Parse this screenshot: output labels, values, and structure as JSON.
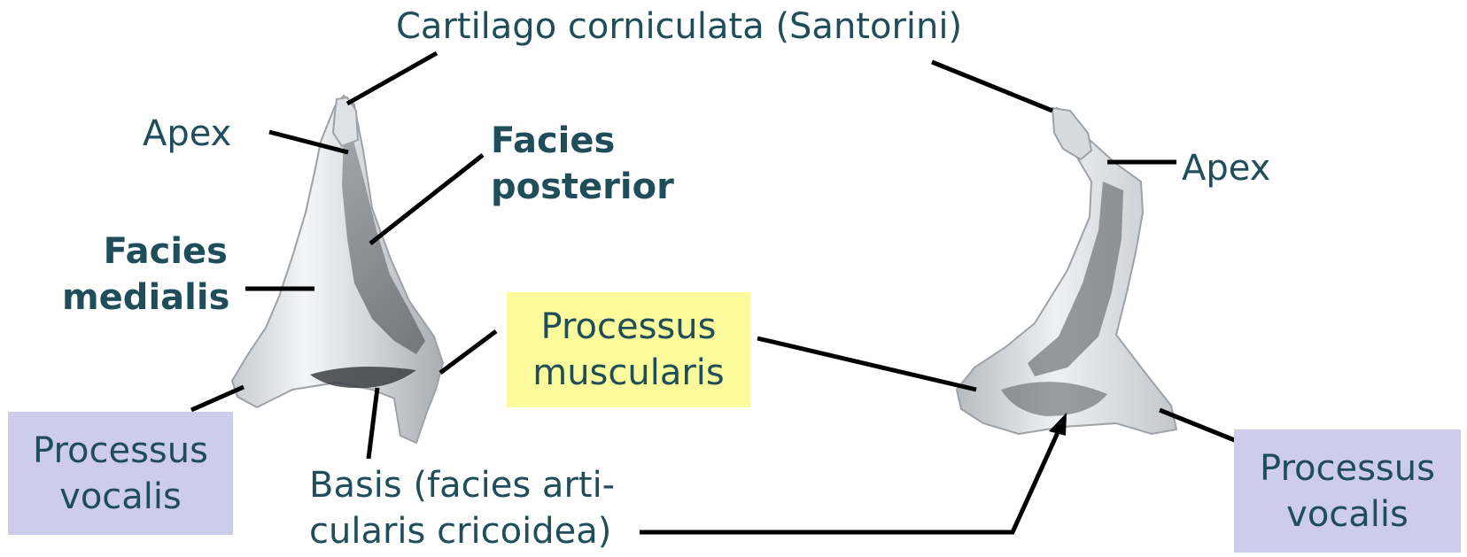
{
  "labels": {
    "cartilago": "Cartilago corniculata (Santorini)",
    "apex_left": "Apex",
    "apex_right": "Apex",
    "facies_posterior_1": "Facies",
    "facies_posterior_2": "posterior",
    "facies_medialis_1": "Facies",
    "facies_medialis_2": "medialis",
    "processus_muscularis_1": "Processus",
    "processus_muscularis_2": "muscularis",
    "processus_vocalis_left_1": "Processus",
    "processus_vocalis_left_2": "vocalis",
    "processus_vocalis_right_1": "Processus",
    "processus_vocalis_right_2": "vocalis",
    "basis_1": "Basis (facies arti-",
    "basis_2": "cularis cricoidea)"
  },
  "colors": {
    "text": "#1f4e5a",
    "vocalis_box": "#cdcdeb",
    "muscularis_box": "#fbfb9c",
    "leader_lines": "#000000"
  }
}
